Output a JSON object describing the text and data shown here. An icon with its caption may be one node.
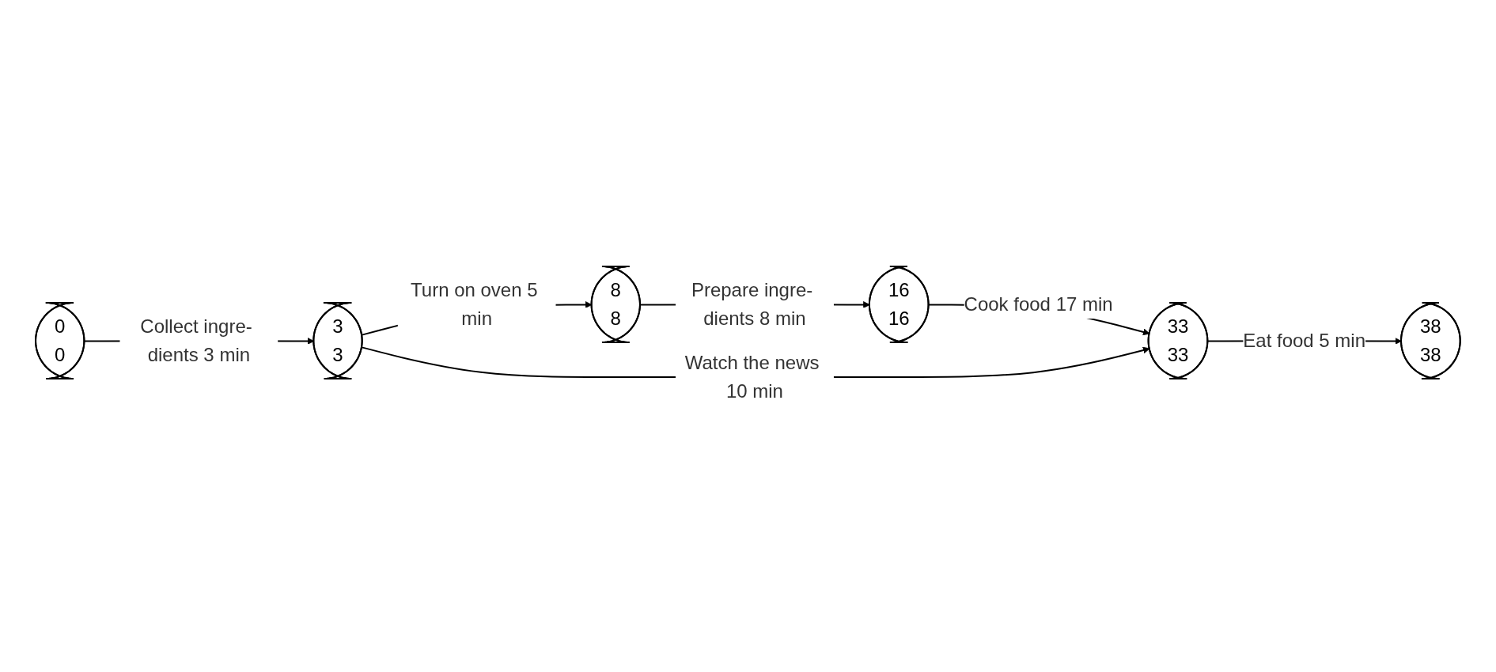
{
  "diagram": {
    "nodes": [
      {
        "text": [
          "0",
          "0"
        ]
      },
      {
        "text": [
          "3",
          "3"
        ]
      },
      {
        "text": [
          "8",
          "8"
        ]
      },
      {
        "text": [
          "16",
          "16"
        ]
      },
      {
        "text": [
          "33",
          "33"
        ]
      },
      {
        "text": [
          "38",
          "38"
        ]
      }
    ],
    "edges": [
      {
        "from": 0,
        "to": 1,
        "arrow": "to",
        "label": "Collect ingre- dients 3 min"
      },
      {
        "from": 1,
        "to": 2,
        "arrow": "to",
        "label": "Turn on oven 5 min"
      },
      {
        "from": 2,
        "to": 3,
        "arrow": "to",
        "label": "Prepare ingre- dients 8 min"
      },
      {
        "from": 3,
        "to": 4,
        "arrow": "to",
        "label": "Cook food 17 min"
      },
      {
        "from": 4,
        "to": 5,
        "arrow": "to",
        "label": "Eat food 5 min"
      },
      {
        "from": 1,
        "to": 4,
        "arrow": "to",
        "label": "Watch the news 10 min"
      }
    ]
  }
}
